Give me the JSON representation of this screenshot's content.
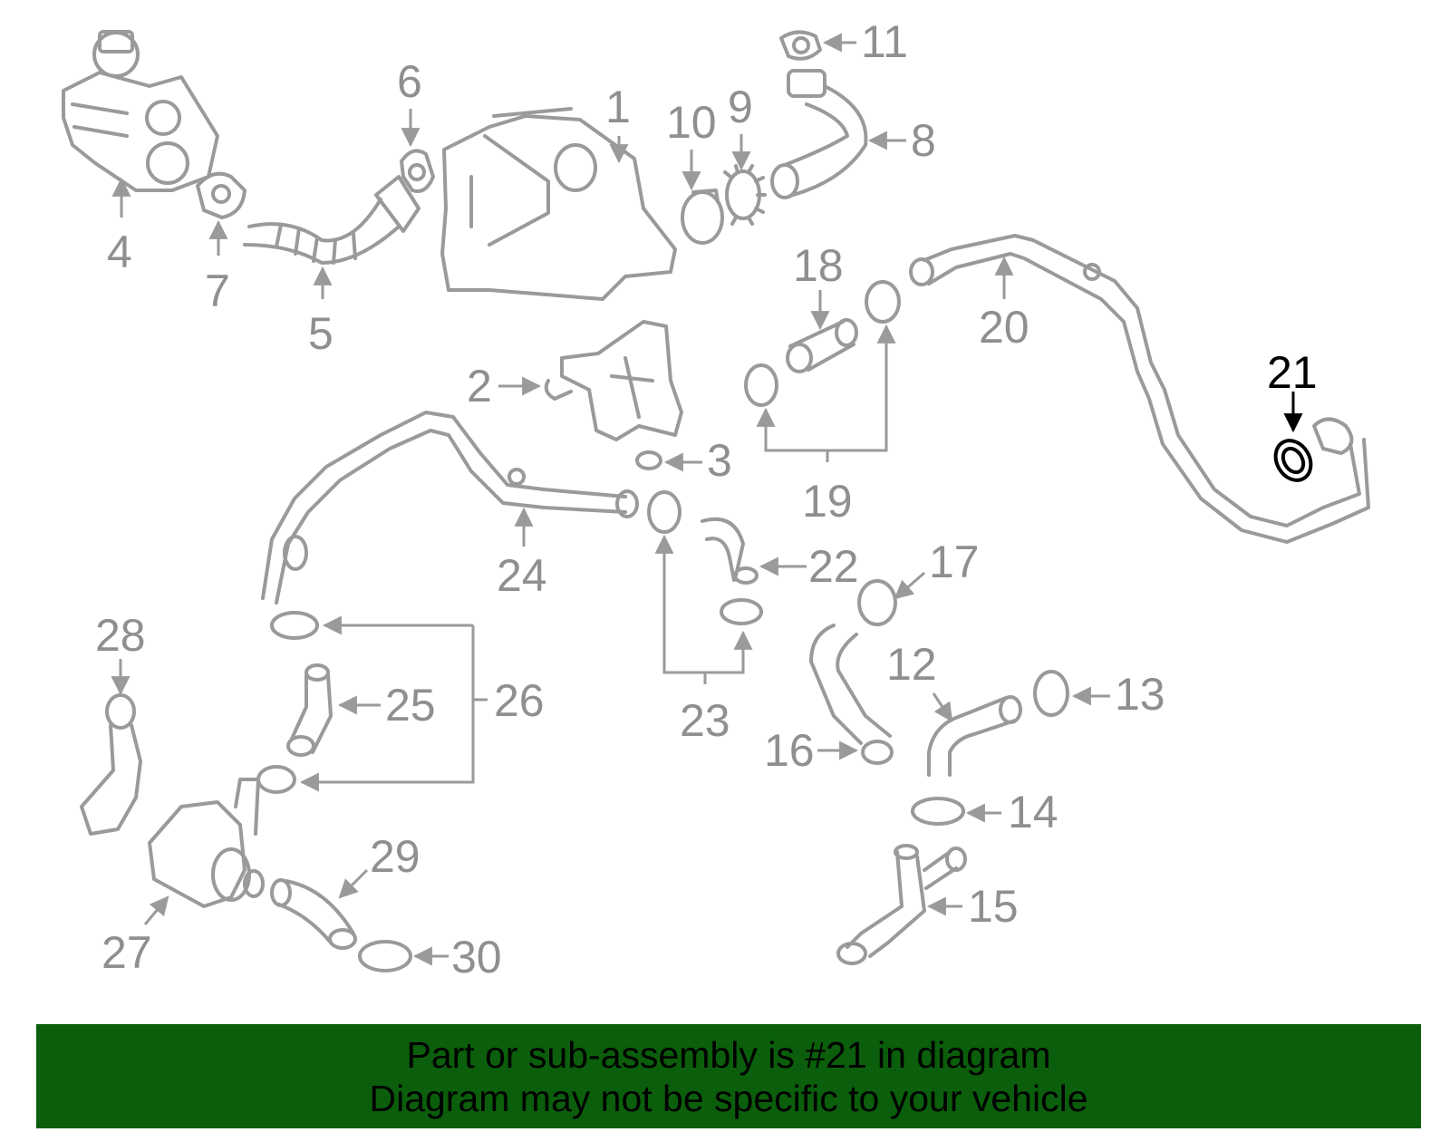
{
  "diagram": {
    "callouts": {
      "c1": "1",
      "c2": "2",
      "c3": "3",
      "c4": "4",
      "c5": "5",
      "c6": "6",
      "c7": "7",
      "c8": "8",
      "c9": "9",
      "c10": "10",
      "c11": "11",
      "c12": "12",
      "c13": "13",
      "c14": "14",
      "c15": "15",
      "c16": "16",
      "c17": "17",
      "c18": "18",
      "c19": "19",
      "c20": "20",
      "c21": "21",
      "c22": "22",
      "c23": "23",
      "c24": "24",
      "c25": "25",
      "c26": "26",
      "c27": "27",
      "c28": "28",
      "c29": "29",
      "c30": "30"
    },
    "highlight": "21",
    "colors": {
      "part": "#9a9a9a",
      "highlight": "#000000",
      "banner": "#0b5e0b"
    }
  },
  "banner": {
    "line1": "Part or sub-assembly is #21 in diagram",
    "line2": "Diagram may not be specific to your vehicle"
  }
}
